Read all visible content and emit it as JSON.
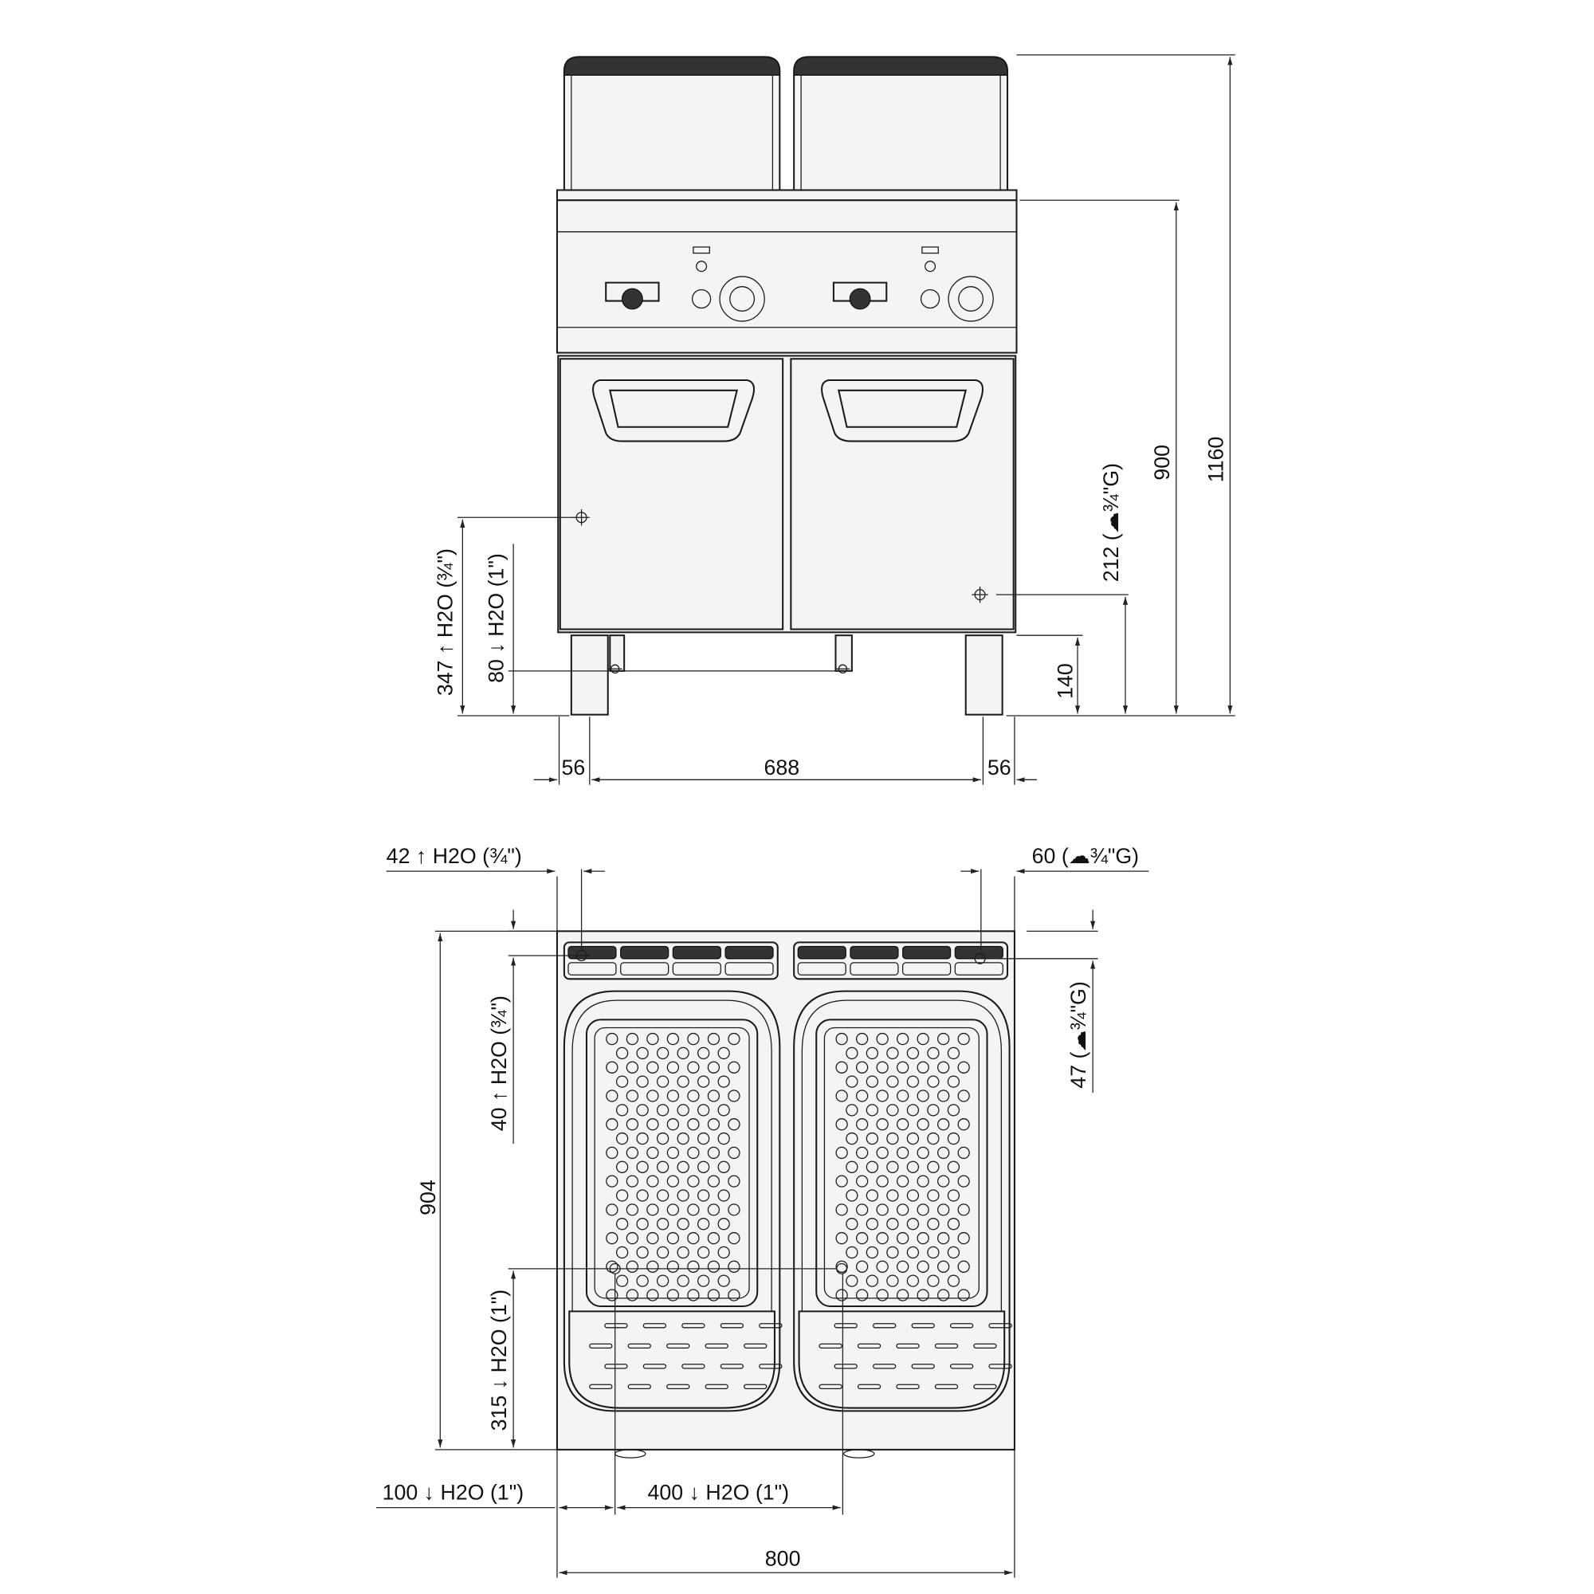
{
  "front_view": {
    "height_total": "1160",
    "height_worktop": "900",
    "gas_inlet_height": "212 (☁¾\"G)",
    "foot_height": "140",
    "water_inlet_height": "347 ↑ H2O (¾\")",
    "water_drain_height": "80 ↓ H2O (1\")",
    "left_offset": "56",
    "leg_span": "688",
    "right_offset": "56"
  },
  "top_view": {
    "water_inlet_x": "42 ↑ H2O (¾\")",
    "gas_inlet_x": "60 (☁¾\"G)",
    "gas_inlet_y": "47 (☁¾\"G)",
    "water_inlet_y": "40 ↑ H2O (¾\")",
    "depth": "904",
    "drain_y": "315 ↓ H2O (1\")",
    "drain_x1": "100 ↓ H2O (1\")",
    "drain_x2": "400 ↓ H2O (1\")",
    "width": "800"
  }
}
